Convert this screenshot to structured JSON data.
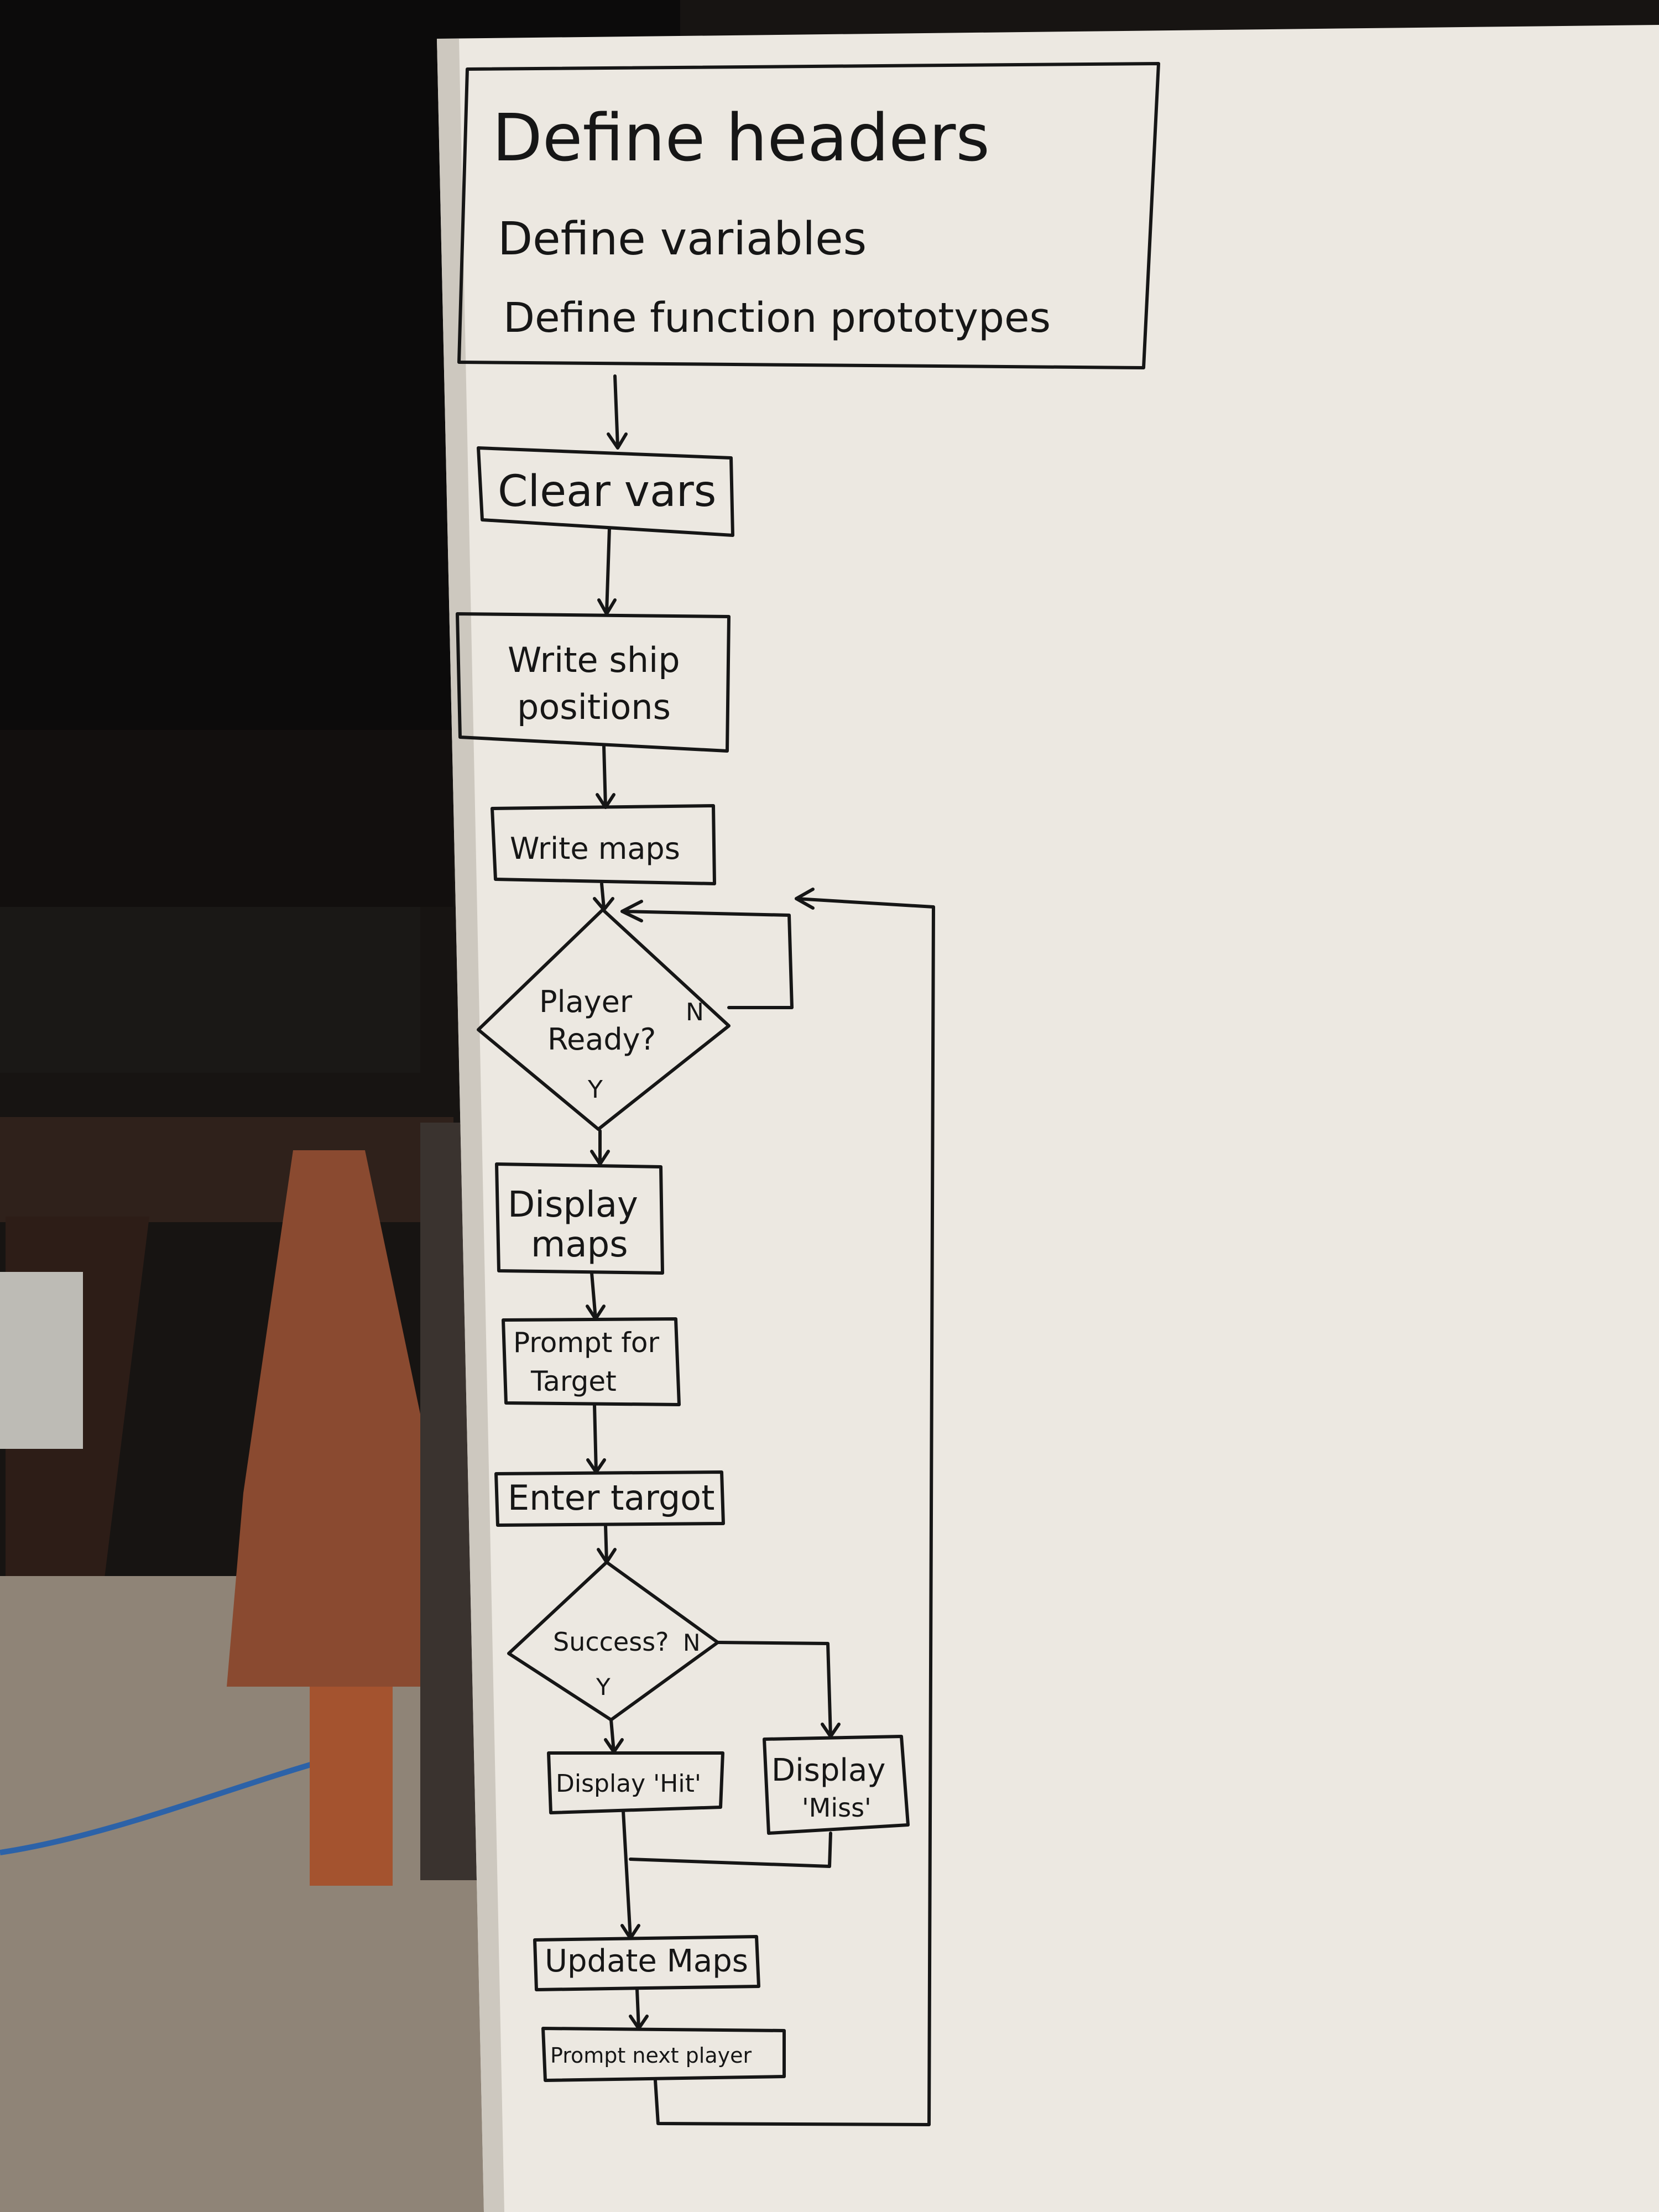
{
  "flowchart": {
    "header_box": {
      "line1": "Define headers",
      "line2": "Define variables",
      "line3": "Define function prototypes"
    },
    "steps": {
      "clear_vars": "Clear vars",
      "write_ship_line1": "Write ship",
      "write_ship_line2": "positions",
      "write_maps": "Write maps",
      "player_ready_line1": "Player",
      "player_ready_line2": "Ready?",
      "display_maps_line1": "Display",
      "display_maps_line2": "maps",
      "prompt_target_line1": "Prompt for",
      "prompt_target_line2": "Target",
      "enter_target": "Enter targot",
      "success": "Success?",
      "display_hit": "Display 'Hit'",
      "display_miss_line1": "Display",
      "display_miss_line2": "'Miss'",
      "update_maps": "Update Maps",
      "prompt_next_player": "Prompt next player"
    },
    "branch_labels": {
      "ready_no": "N",
      "ready_yes": "Y",
      "success_no": "N",
      "success_yes": "Y"
    }
  },
  "colors": {
    "ink": "#161616",
    "whiteboard": "#ece8e1",
    "floor": "#8f8477",
    "tree": "#8a4a30"
  }
}
